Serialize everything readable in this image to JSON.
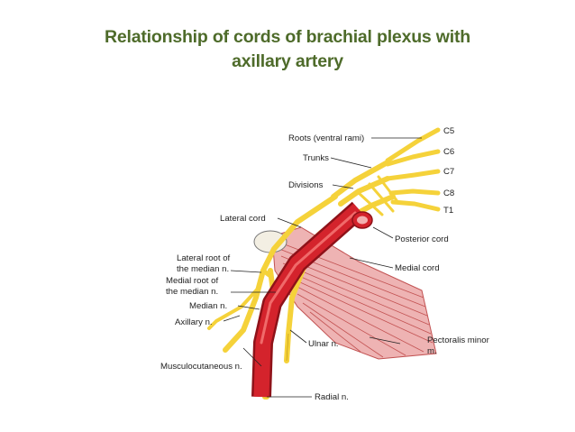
{
  "title": {
    "line1": "Relationship of cords of brachial plexus with",
    "line2": "axillary artery"
  },
  "colors": {
    "title": "#4e6b2a",
    "nerve": "#f5d23a",
    "nerve_outline": "#b98f12",
    "artery": "#d4232c",
    "artery_dark": "#8e1219",
    "muscle": "#e9a3a3",
    "muscle_line": "#c25252"
  },
  "labels": {
    "roots": "Roots (ventral rami)",
    "trunks": "Trunks",
    "divisions": "Divisions",
    "c5": "C5",
    "c6": "C6",
    "c7": "C7",
    "c8": "C8",
    "t1": "T1",
    "lateral_cord": "Lateral cord",
    "posterior_cord": "Posterior cord",
    "medial_cord": "Medial cord",
    "lateral_root_1": "Lateral root of",
    "lateral_root_2": "the median n.",
    "medial_root_1": "Medial root of",
    "medial_root_2": "the median n.",
    "median_n": "Median n.",
    "axillary_n": "Axillary n.",
    "musculocutaneous_n": "Musculocutaneous n.",
    "ulnar_n": "Ulnar n.",
    "pectoralis_1": "Pectoralis minor",
    "pectoralis_2": "m.",
    "radial_n": "Radial n."
  }
}
